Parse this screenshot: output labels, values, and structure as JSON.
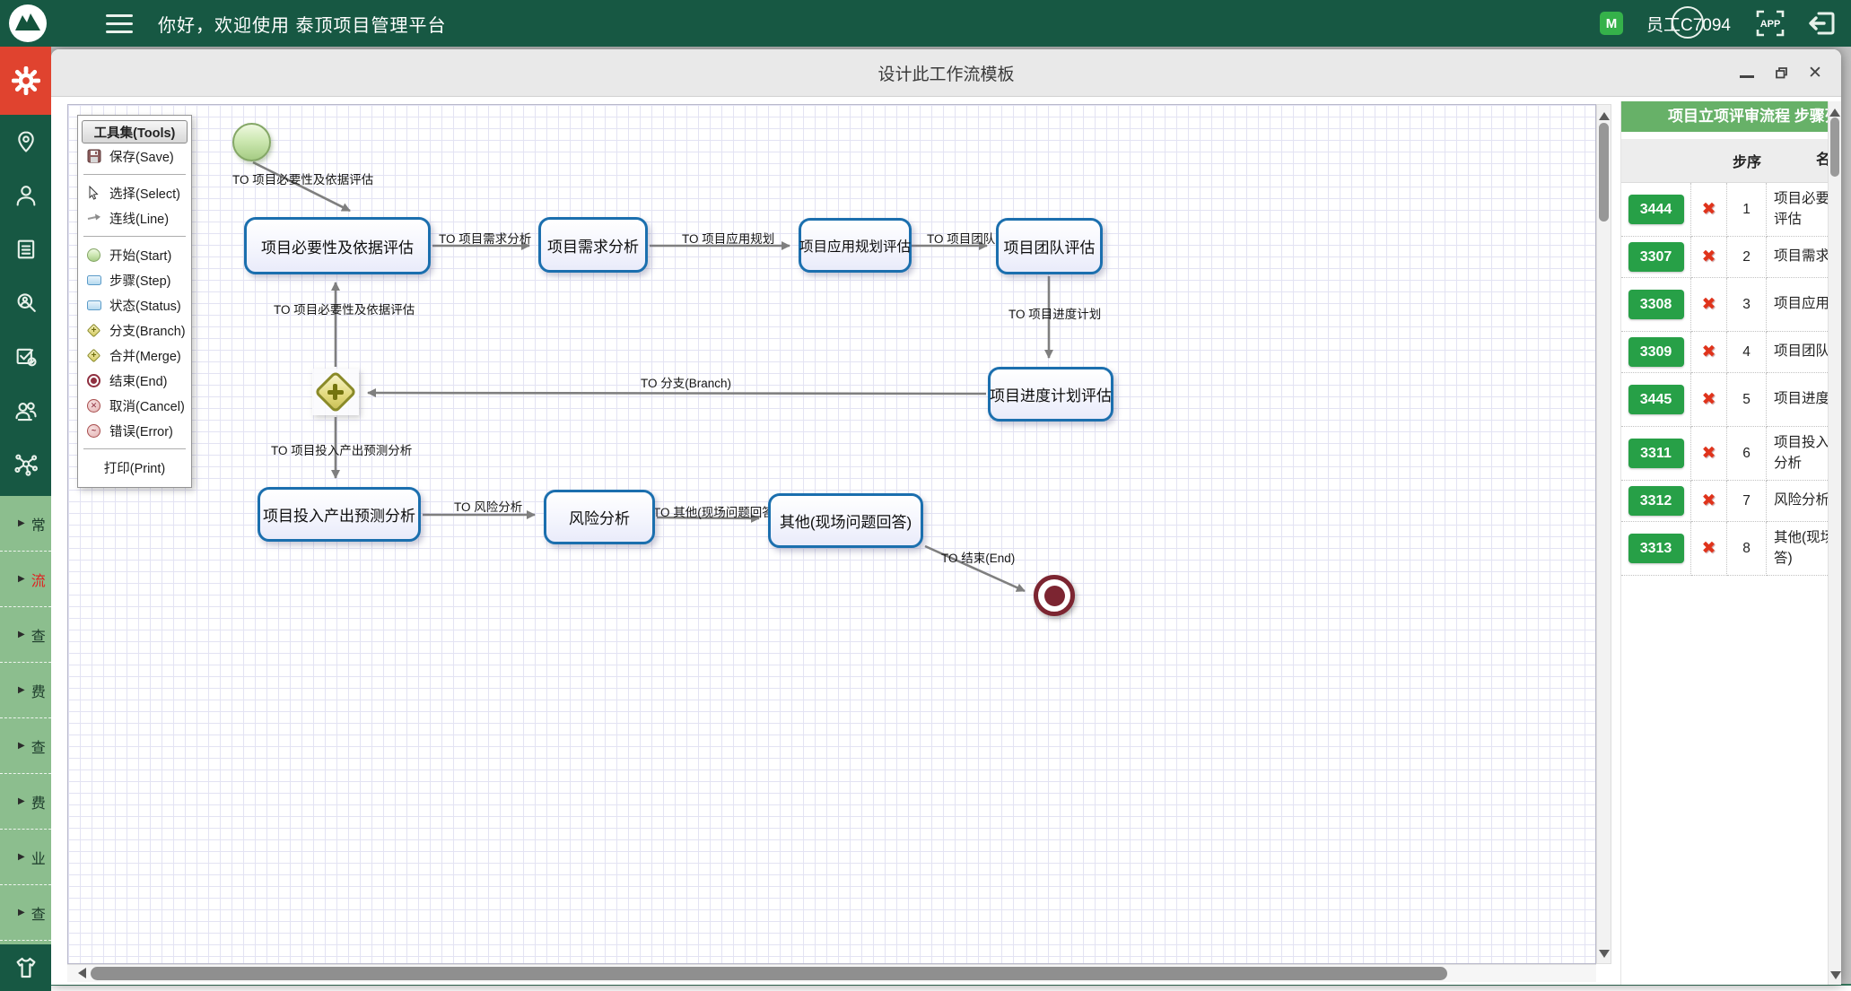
{
  "topbar": {
    "greeting": "你好，欢迎使用 泰顶项目管理平台",
    "m_badge": "M",
    "username": "员工C7094",
    "app_label": "APP"
  },
  "sidebar": {
    "menu_items": [
      {
        "label": "常"
      },
      {
        "label": "流"
      },
      {
        "label": "查"
      },
      {
        "label": "费"
      },
      {
        "label": "查"
      },
      {
        "label": "费"
      },
      {
        "label": "业"
      },
      {
        "label": "查"
      }
    ]
  },
  "modal": {
    "title": "设计此工作流模板"
  },
  "tools": {
    "header": "工具集(Tools)",
    "items": [
      {
        "label": "保存(Save)"
      },
      {
        "label": "选择(Select)"
      },
      {
        "label": "连线(Line)"
      },
      {
        "label": "开始(Start)"
      },
      {
        "label": "步骤(Step)"
      },
      {
        "label": "状态(Status)"
      },
      {
        "label": "分支(Branch)"
      },
      {
        "label": "合并(Merge)"
      },
      {
        "label": "结束(End)"
      },
      {
        "label": "取消(Cancel)"
      },
      {
        "label": "错误(Error)"
      }
    ],
    "print_label": "打印(Print)"
  },
  "flow": {
    "nodes": [
      {
        "label": "项目必要性及依据评估"
      },
      {
        "label": "项目需求分析"
      },
      {
        "label": "项目应用规划评估"
      },
      {
        "label": "项目团队评估"
      },
      {
        "label": "项目进度计划评估"
      },
      {
        "label": "项目投入产出预测分析"
      },
      {
        "label": "风险分析"
      },
      {
        "label": "其他(现场问题回答)"
      }
    ],
    "edge_labels": [
      "TO 项目必要性及依据评估",
      "TO 项目需求分析",
      "TO 项目应用规划",
      "TO 项目团队",
      "TO 项目必要性及依据评估",
      "TO 项目进度计划",
      "TO 分支(Branch)",
      "TO 项目投入产出预测分析",
      "TO 风险分析",
      "TO 其他(现场问题回答)",
      "TO 结束(End)"
    ]
  },
  "panel": {
    "title": "项目立项评审流程 步骤列表",
    "columns": {
      "seq": "步序",
      "name": "名称"
    },
    "delete_glyph": "✖",
    "rows": [
      {
        "id": "3444",
        "seq": "1",
        "name": "项目必要性及依据评估"
      },
      {
        "id": "3307",
        "seq": "2",
        "name": "项目需求分析"
      },
      {
        "id": "3308",
        "seq": "3",
        "name": "项目应用规划评估"
      },
      {
        "id": "3309",
        "seq": "4",
        "name": "项目团队评估"
      },
      {
        "id": "3445",
        "seq": "5",
        "name": "项目进度计划评估"
      },
      {
        "id": "3311",
        "seq": "6",
        "name": "项目投入产出预测分析"
      },
      {
        "id": "3312",
        "seq": "7",
        "name": "风险分析"
      },
      {
        "id": "3313",
        "seq": "8",
        "name": "其他(现场问题回答)"
      }
    ]
  },
  "colors": {
    "topbar_green": "#175843",
    "active_red": "#e0432f",
    "menu_green": "#8cbe8e",
    "panel_header_green": "#67b168",
    "badge_green": "#27a047",
    "node_border_blue": "#1b6fae"
  }
}
